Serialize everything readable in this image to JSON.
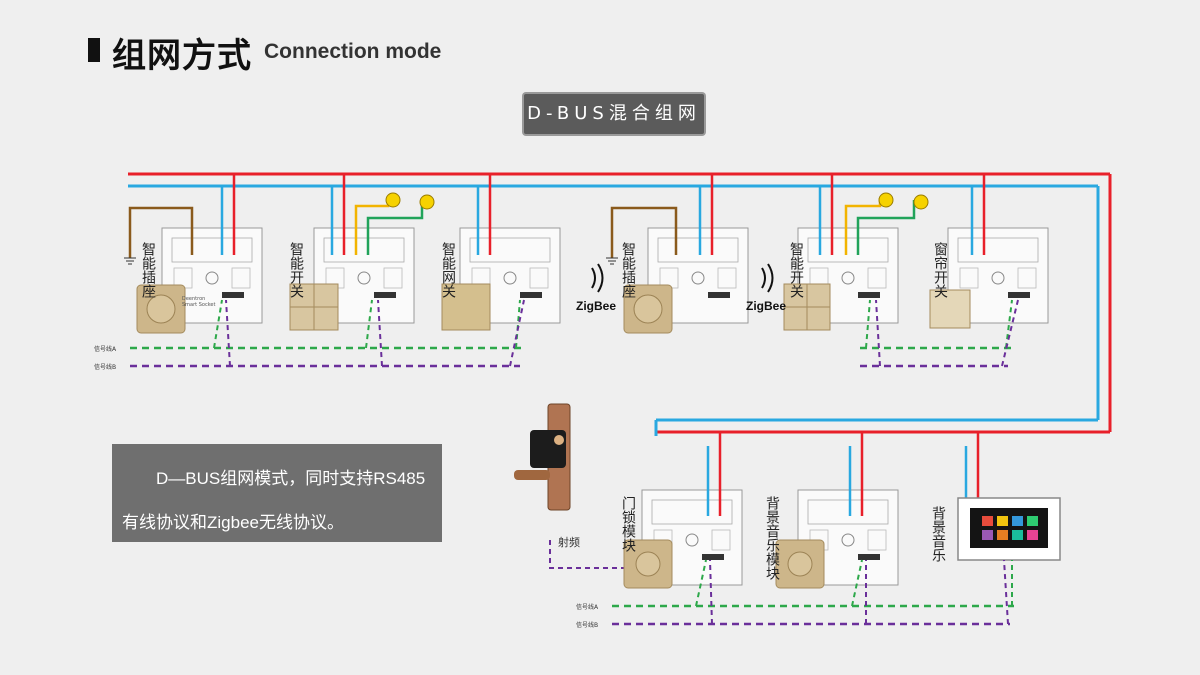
{
  "header": {
    "title_cn": "组网方式",
    "title_en": "Connection mode"
  },
  "badge": {
    "label": "D-BUS混合组网"
  },
  "note": {
    "line1": "D—BUS组网模式，同时支持RS485",
    "line2": "有线协议和Zigbee无线协议。"
  },
  "devices": {
    "smart_socket_1": "智能插座",
    "smart_switch_1": "智能开关",
    "smart_gateway": "智能网关",
    "smart_socket_2": "智能插座",
    "smart_switch_2": "智能开关",
    "curtain_switch": "窗帘开关",
    "door_lock_module": "门锁模块",
    "bg_music_module": "背景音乐模块",
    "bg_music": "背景音乐"
  },
  "labels": {
    "zigbee": "ZigBee",
    "rf": "射频",
    "signal_a": "信号线A",
    "signal_b": "信号线B",
    "brand": "Deentron",
    "brand_sub": "Smart Socket"
  },
  "colors": {
    "wire_red": "#e8202a",
    "wire_blue": "#29a8e0",
    "wire_brown": "#8a5a1c",
    "wire_yellow": "#f2b400",
    "wire_green": "#21a35a",
    "signal_green": "#2da84a",
    "signal_purple": "#6a2f9a"
  }
}
